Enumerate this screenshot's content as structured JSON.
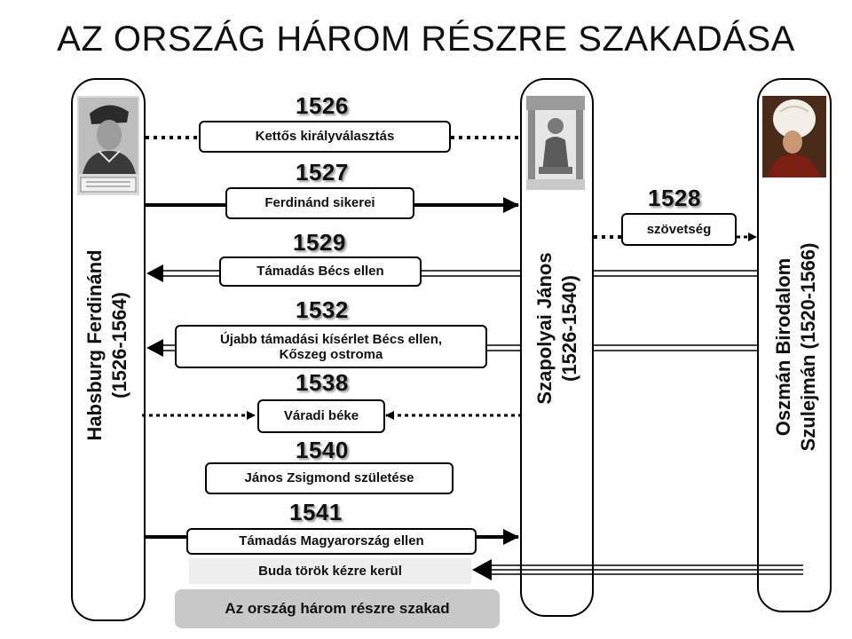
{
  "title": "AZ ORSZÁG HÁROM RÉSZRE SZAKADÁSA",
  "pillars": {
    "ferdinand": {
      "name": "Habsburg Ferdinánd",
      "years": "(1526-1564)",
      "portrait": "ferdinand-portrait"
    },
    "szapolyai": {
      "name": "Szapolyai János",
      "years": "(1526-1540)",
      "portrait": "szapolyai-portrait"
    },
    "ottoman": {
      "name": "Oszmán Birodalom",
      "ruler": "Szulejmán (1520-1566)",
      "portrait": "suleiman-portrait"
    }
  },
  "events": [
    {
      "year": "1526",
      "label": "Kettős királyválasztás"
    },
    {
      "year": "1527",
      "label": "Ferdinánd sikerei"
    },
    {
      "year": "1528",
      "label": "szövetség"
    },
    {
      "year": "1529",
      "label": "Támadás Bécs ellen"
    },
    {
      "year": "1532",
      "label_line1": "Újabb támadási kísérlet Bécs ellen,",
      "label_line2": "Kőszeg ostroma"
    },
    {
      "year": "1538",
      "label": "Váradi béke"
    },
    {
      "year": "1540",
      "label": "János Zsigmond születése"
    },
    {
      "year": "1541",
      "label": "Támadás Magyarország ellen"
    }
  ],
  "buda": "Buda török kézre kerül",
  "result": "Az ország három részre szakad",
  "colors": {
    "line": "#000000",
    "result_bg": "#c8c8c8",
    "buda_bg": "#eeeeee"
  }
}
